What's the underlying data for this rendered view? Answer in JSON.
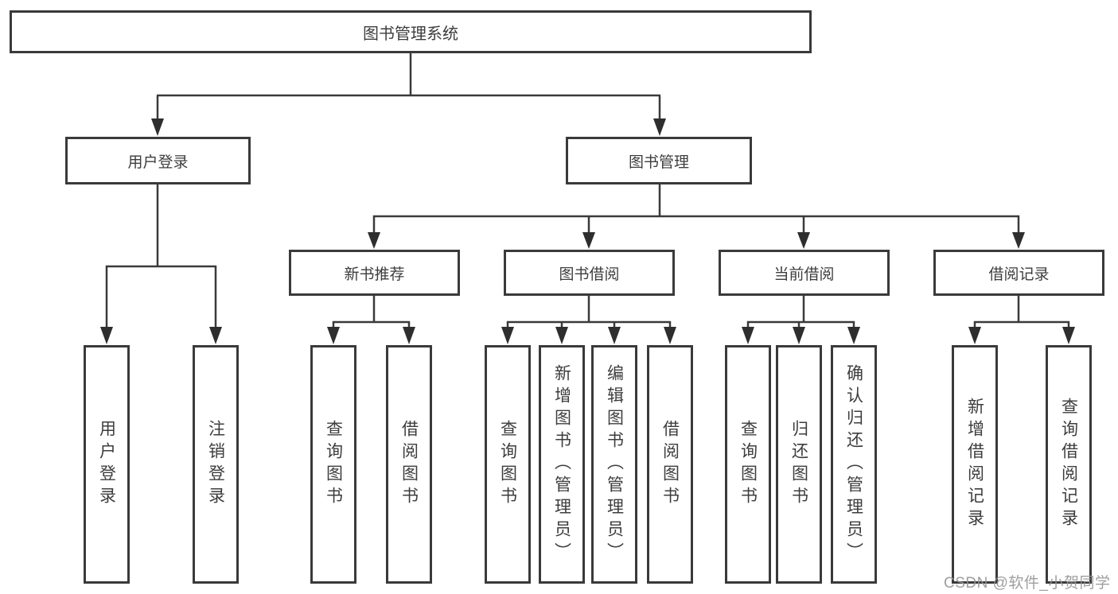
{
  "title": "图书管理系统",
  "level2": [
    {
      "label": "用户登录"
    },
    {
      "label": "图书管理"
    }
  ],
  "level3": [
    {
      "label": "新书推荐"
    },
    {
      "label": "图书借阅"
    },
    {
      "label": "当前借阅"
    },
    {
      "label": "借阅记录"
    }
  ],
  "leaves": {
    "user_login": [
      "用户登录",
      "注销登录"
    ],
    "new_book_recommend": [
      "查询图书",
      "借阅图书"
    ],
    "book_borrow": [
      "查询图书",
      "新增图书（管理员）",
      "编辑图书（管理员）",
      "借阅图书"
    ],
    "current_borrow": [
      "查询图书",
      "归还图书",
      "确认归还（管理员）"
    ],
    "borrow_records": [
      "新增借阅记录",
      "查询借阅记录"
    ]
  },
  "watermark": "CSDN @软件_小贺同学"
}
